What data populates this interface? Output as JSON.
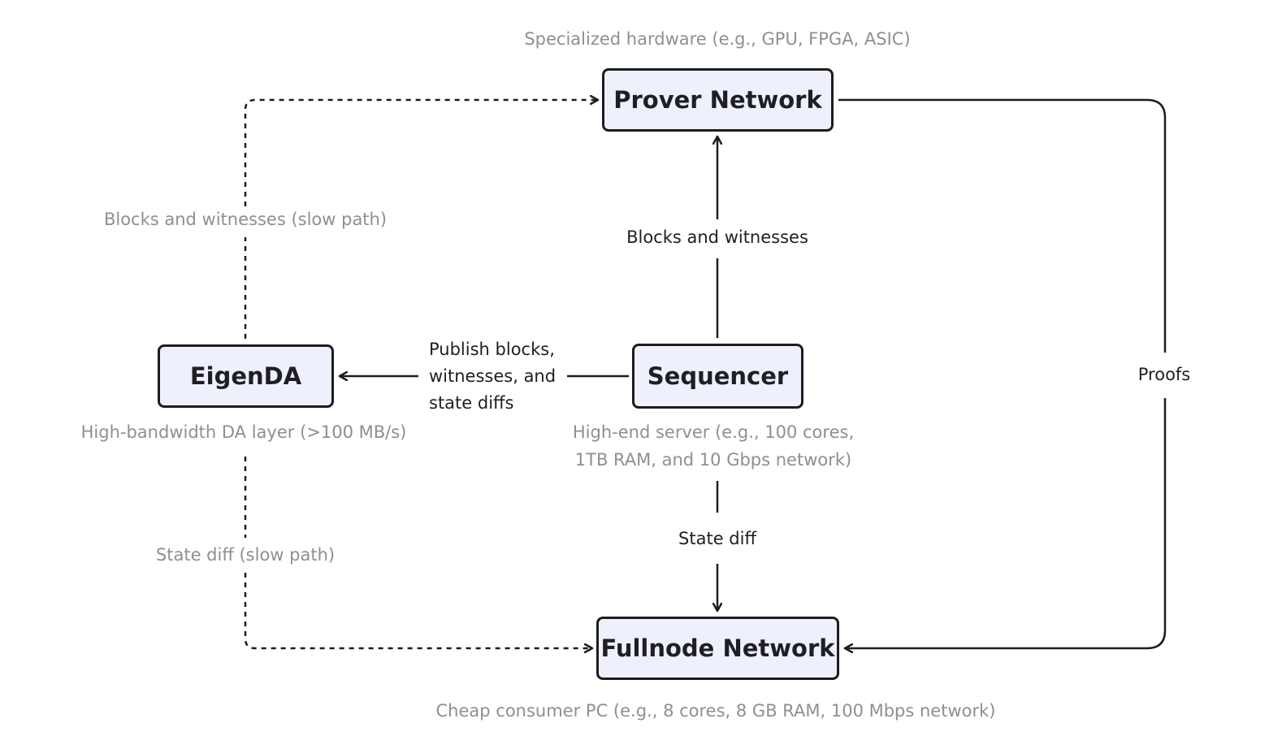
{
  "nodes": {
    "prover": "Prover Network",
    "sequencer": "Sequencer",
    "eigenda": "EigenDA",
    "fullnode": "Fullnode Network"
  },
  "annotations": {
    "prover_hardware": "Specialized hardware (e.g., GPU, FPGA, ASIC)",
    "eigenda_desc": "High-bandwidth DA layer (>100 MB/s)",
    "sequencer_desc_lines": [
      "High-end server (e.g., 100 cores,",
      "1TB RAM, and 10 Gbps network)"
    ],
    "fullnode_desc": "Cheap consumer PC (e.g., 8 cores, 8 GB RAM, 100 Mbps network)"
  },
  "edges": {
    "blocks_witnesses": "Blocks and witnesses",
    "blocks_witnesses_slow": "Blocks and witnesses (slow path)",
    "publish_lines": [
      "Publish blocks,",
      "witnesses, and",
      "state diffs"
    ],
    "state_diff": "State diff",
    "state_diff_slow": "State diff (slow path)",
    "proofs": "Proofs"
  },
  "colors": {
    "node_fill": "#eef1fb",
    "node_border": "#1d1d1f",
    "edge": "#1d1d1f",
    "annotation_text": "#8e8f94",
    "edge_text": "#1f1f23"
  }
}
